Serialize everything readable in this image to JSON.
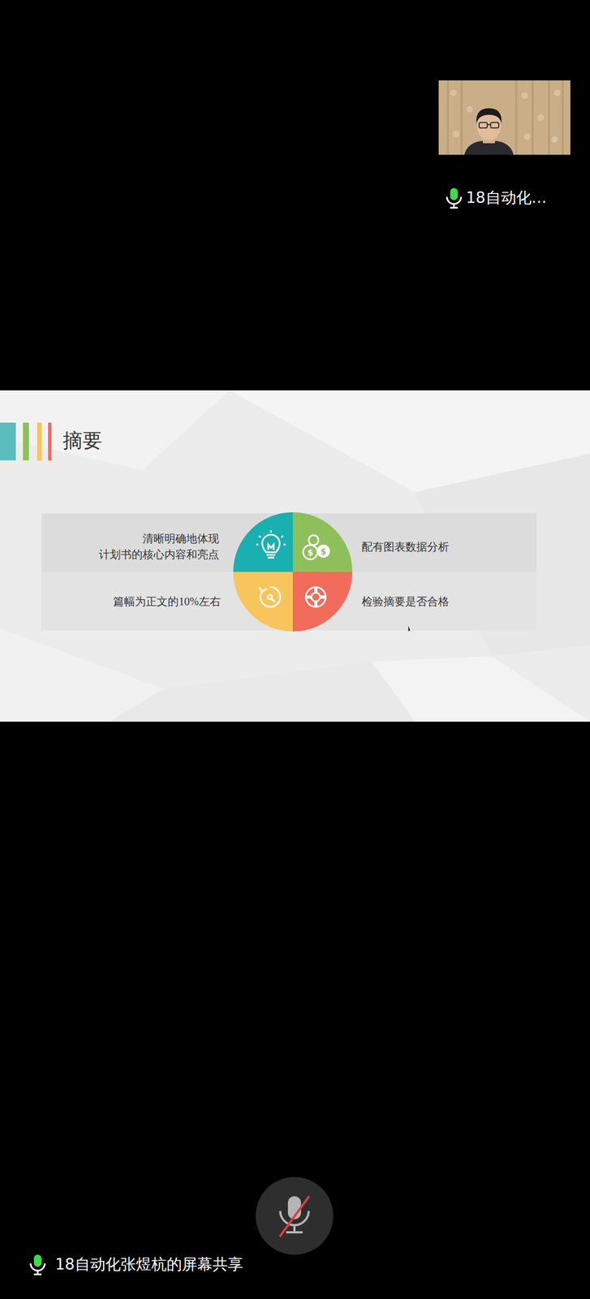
{
  "diagram": {
    "title": "摘要",
    "nodes": [
      {
        "text": [
          "清晰明确地体现 计划书的核心内容和亮点",
          "配有图表数据分析"
        ]
      },
      {
        "text": [
          "篇幅为正文的10%左右",
          "检验摘要是否合格"
        ]
      }
    ],
    "labels": [
      "18自动化…",
      "18自动化张煜杭的屏幕共享"
    ]
  }
}
